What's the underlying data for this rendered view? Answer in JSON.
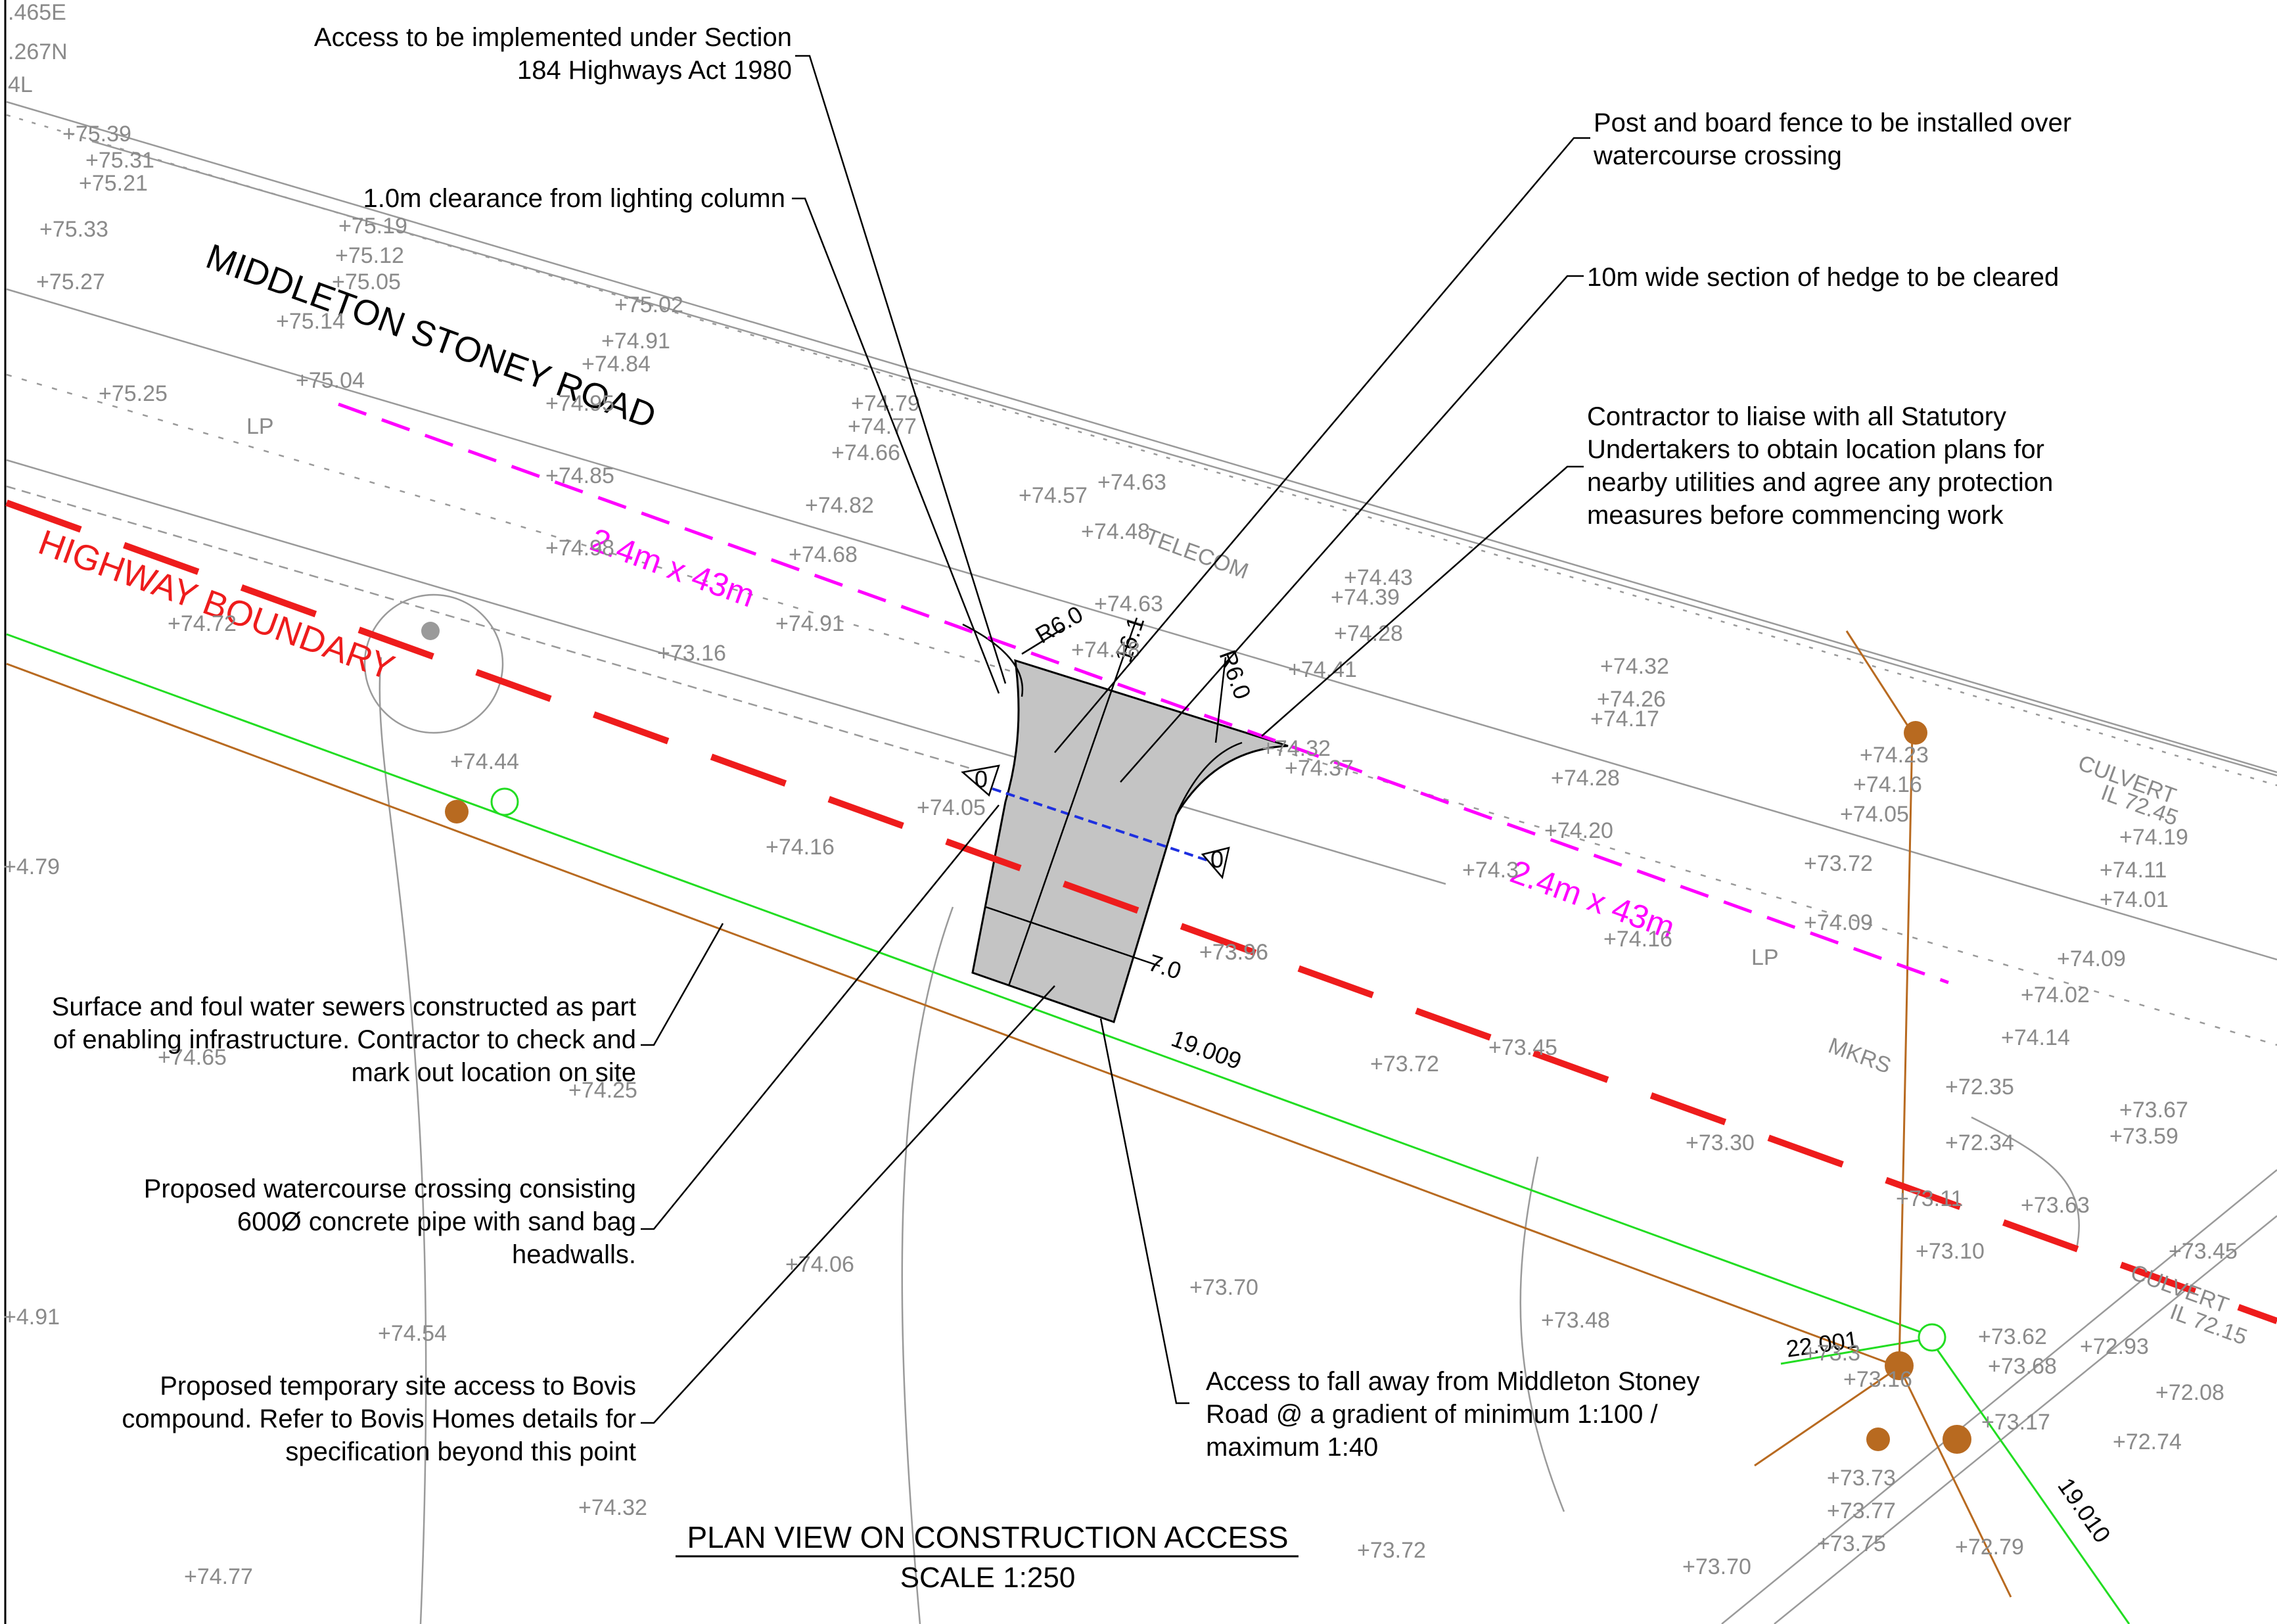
{
  "road_name": "MIDDLETON STONEY ROAD",
  "highway_boundary_label": "HIGHWAY BOUNDARY",
  "visibility_splay_label": "2.4m x 43m",
  "notes": {
    "section_184": [
      "Access to be implemented under Section",
      "184 Highways Act 1980"
    ],
    "lighting_clearance": [
      "1.0m clearance from lighting column"
    ],
    "post_board_fence": [
      "Post and board fence to be installed over",
      "watercourse crossing"
    ],
    "hedge_clearance": [
      "10m wide section of hedge to be cleared"
    ],
    "statutory_undertakers": [
      "Contractor to liaise with all Statutory",
      "Undertakers to obtain location plans for",
      "nearby utilities and agree any protection",
      "measures before commencing work"
    ],
    "sewers": [
      "Surface and foul water sewers constructed as part",
      "of enabling infrastructure. Contractor to check and",
      "mark out location on site"
    ],
    "watercourse_crossing": [
      "Proposed watercourse crossing consisting",
      "600Ø concrete pipe with sand bag",
      "headwalls."
    ],
    "site_access": [
      "Proposed temporary site access to Bovis",
      "compound. Refer to Bovis Homes details for",
      "specification beyond this point"
    ],
    "gradient": [
      "Access to fall away from Middleton Stoney",
      "Road @ a gradient of minimum 1:100 /",
      "maximum 1:40"
    ]
  },
  "dimensions": {
    "radius_left": "R6.0",
    "radius_right": "R6.0",
    "length": "16.1",
    "width": "7.0"
  },
  "pipe_lengths": [
    "19.009",
    "22.001",
    "19.010"
  ],
  "headwall_marks": [
    "0",
    "0"
  ],
  "culvert_labels": [
    {
      "name": "CULVERT",
      "level": "IL 72.45"
    },
    {
      "name": "CULVERT",
      "level": "IL 72.15"
    }
  ],
  "misc_labels": [
    "TELECOM",
    "LP",
    "LP",
    "MKRS"
  ],
  "corner_labels": [
    ".465E",
    ".267N",
    "4L"
  ],
  "spot_levels": [
    "75.39",
    "75.31",
    "75.21",
    "75.33",
    "75.19",
    "75.12",
    "75.05",
    "75.27",
    "75.14",
    "75.02",
    "74.91",
    "74.84",
    "75.25",
    "75.04",
    "74.95",
    "74.79",
    "74.77",
    "74.66",
    "74.85",
    "74.82",
    "74.63",
    "74.57",
    "74.48",
    "74.98",
    "74.68",
    "74.63",
    "74.43",
    "74.39",
    "74.28",
    "74.72",
    "74.91",
    "74.48",
    "73.16",
    "74.41",
    "74.32",
    "74.26",
    "74.17",
    "74.32",
    "74.37",
    "74.44",
    "74.28",
    "74.23",
    "74.16",
    "74.05",
    "74.05",
    "74.16",
    "74.20",
    "74.3",
    "73.72",
    "74.19",
    "74.11",
    "74.01",
    "73.96",
    "74.16",
    "74.09",
    "74.09",
    "4.79",
    "73.96",
    "74.02",
    "74.14",
    "74.65",
    "74.25",
    "73.72",
    "73.45",
    "72.35",
    "73.67",
    "72.34",
    "73.59",
    "73.30",
    "73.11",
    "73.10",
    "73.63",
    "73.45",
    "74.06",
    "73.70",
    "73.48",
    "73.62",
    "73.68",
    "72.93",
    "4.91",
    "74.54",
    "73.3",
    "73.16",
    "73.17",
    "72.74",
    "72.08",
    "74.32",
    "73.73",
    "73.77",
    "73.75",
    "73.72",
    "72.79",
    "74.77",
    "73.70"
  ],
  "title": "PLAN VIEW ON CONSTRUCTION ACCESS",
  "scale": "SCALE 1:250",
  "colors": {
    "highway_boundary": "#ee1c1c",
    "visibility_splay": "#ff00ff",
    "surface_water_sewer": "#22dd22",
    "foul_water_sewer": "#b86a20",
    "watercourse_pipe": "#1d2fe0",
    "access_fill": "#c4c4c4"
  }
}
